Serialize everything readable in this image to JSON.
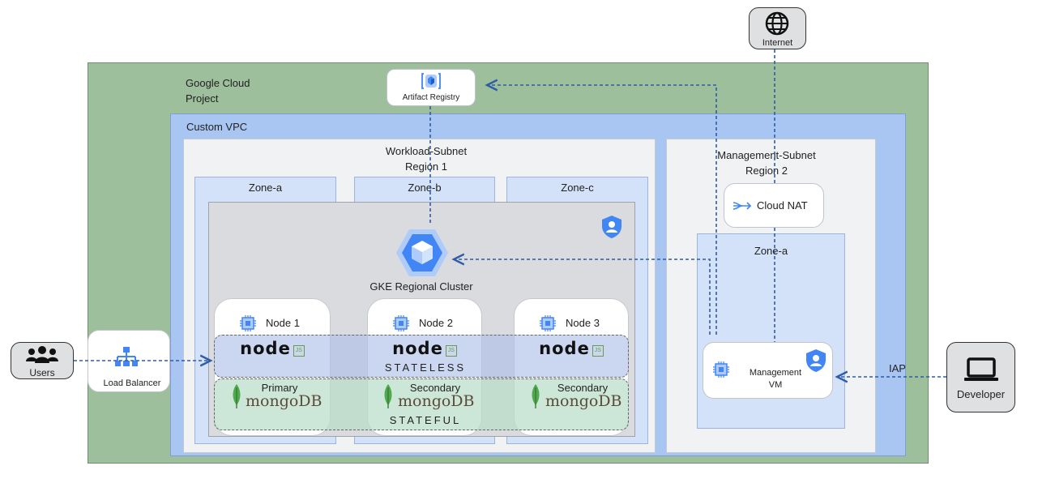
{
  "containers": {
    "gcp_project": "Google Cloud\nProject",
    "custom_vpc": "Custom VPC",
    "workload_subnet": "Workload-Subnet\nRegion 1",
    "management_subnet": "Management-Subnet\nRegion 2",
    "zone_a": "Zone-a",
    "zone_b": "Zone-b",
    "zone_c": "Zone-c",
    "mgmt_zone_a": "Zone-a"
  },
  "services": {
    "artifact_registry": "Artifact Registry",
    "cloud_nat": "Cloud NAT",
    "gke_cluster": "GKE Regional Cluster",
    "load_balancer": "Load Balancer",
    "management_vm": "Management\nVM"
  },
  "nodes": [
    {
      "label": "Node 1",
      "db_role": "Primary"
    },
    {
      "label": "Node 2",
      "db_role": "Secondary"
    },
    {
      "label": "Node 3",
      "db_role": "Secondary"
    }
  ],
  "tiers": {
    "stateless": "STATELESS",
    "stateful": "STATEFUL"
  },
  "logos": {
    "nodejs": "node",
    "js_badge": "JS",
    "mongodb": "mongoDB"
  },
  "external": {
    "internet": "Internet",
    "users": "Users",
    "developer": "Developer",
    "iap": "IAP"
  },
  "colors": {
    "gcp_project": "#9dbf9b",
    "vpc": "#a9c6f2",
    "subnet": "#f1f2f4",
    "zone": "#d3e2f8",
    "cluster": "#dadbde",
    "connector": "#2f5ba8",
    "google_blue": "#4285f4",
    "mongo_green": "#4fa94d"
  }
}
